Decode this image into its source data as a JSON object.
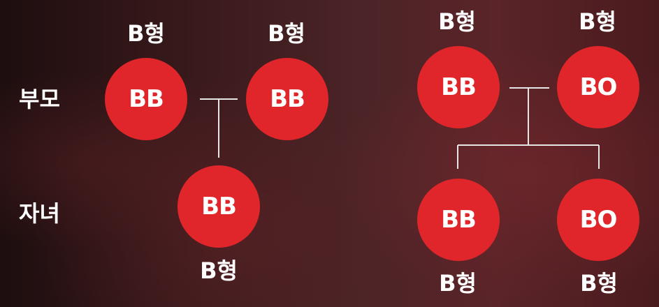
{
  "row_labels": {
    "parents": "부모",
    "children": "자녀"
  },
  "left_family": {
    "parent1": {
      "genotype": "BB",
      "blood_type": "B형"
    },
    "parent2": {
      "genotype": "BB",
      "blood_type": "B형"
    },
    "child": {
      "genotype": "BB",
      "blood_type": "B형"
    }
  },
  "right_family": {
    "parent1": {
      "genotype": "BB",
      "blood_type": "B형"
    },
    "parent2": {
      "genotype": "BO",
      "blood_type": "B형"
    },
    "child1": {
      "genotype": "BB",
      "blood_type": "B형"
    },
    "child2": {
      "genotype": "BO",
      "blood_type": "B형"
    }
  },
  "colors": {
    "circle": "#e0262a",
    "text": "#ffffff",
    "connector": "#e6e6e6"
  }
}
